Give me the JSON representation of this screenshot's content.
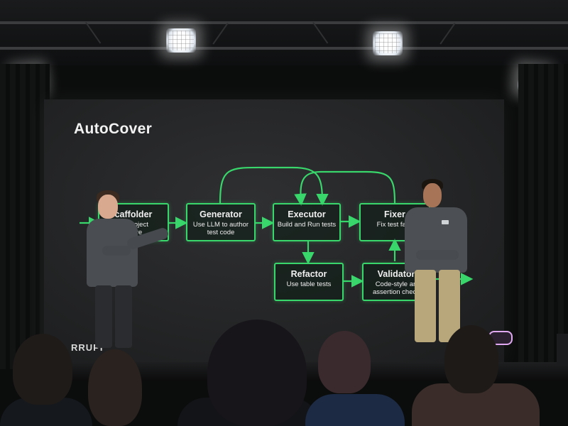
{
  "slide": {
    "title": "AutoCover",
    "brand": "RRUPI",
    "nodes": {
      "scaffolder": {
        "title": "caffolder",
        "sub": "nd project\nepare"
      },
      "generator": {
        "title": "Generator",
        "sub": "Use LLM to author\ntest code"
      },
      "executor": {
        "title": "Executor",
        "sub": "Build and Run tests"
      },
      "fixer": {
        "title": "Fixer",
        "sub": "Fix test failu"
      },
      "refactor": {
        "title": "Refactor",
        "sub": "Use table tests"
      },
      "validator": {
        "title": "Validator",
        "sub": "Code-style an\nassertion check"
      }
    },
    "accent": "#38d66b"
  }
}
